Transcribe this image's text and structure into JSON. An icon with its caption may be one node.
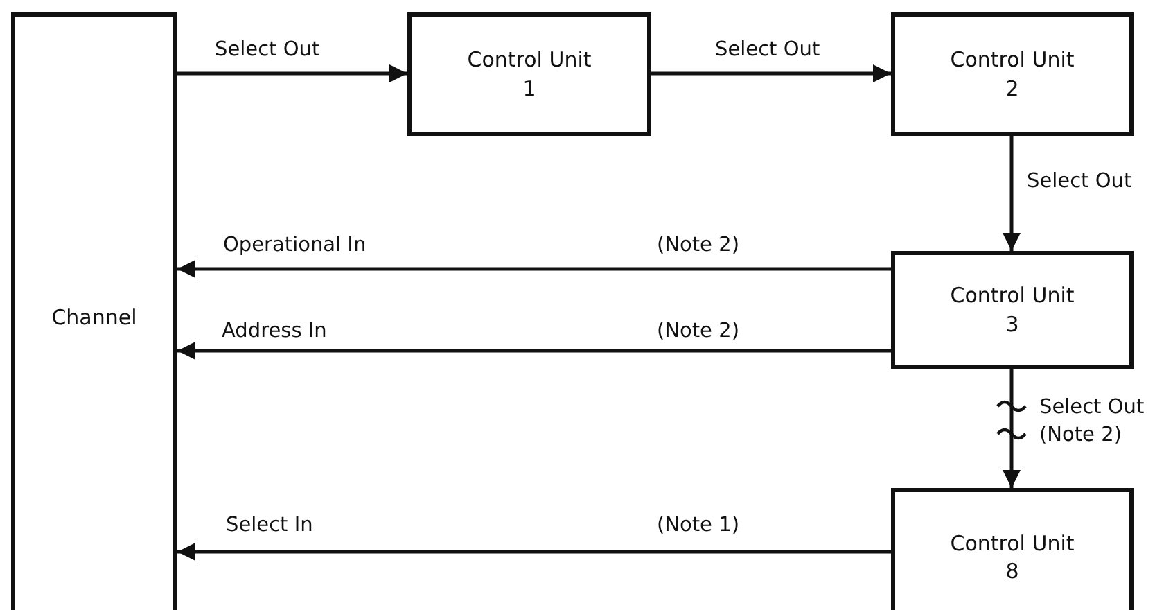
{
  "diagram": {
    "nodes": [
      {
        "text": [
          "Channel"
        ]
      },
      {
        "text": [
          "Control Unit 1"
        ]
      },
      {
        "text": [
          "Control Unit 2"
        ]
      },
      {
        "text": [
          "Control Unit 3"
        ]
      },
      {
        "text": [
          "Control Unit 8"
        ]
      }
    ],
    "edges": [
      {
        "from": 0,
        "to": 1,
        "arrow": "to",
        "label": "Select Out"
      },
      {
        "from": 1,
        "to": 2,
        "arrow": "to",
        "label": "Select Out"
      },
      {
        "from": 2,
        "to": 3,
        "arrow": "to",
        "label": "Select Out"
      },
      {
        "from": 3,
        "to": 0,
        "arrow": "to",
        "label": "Operational In"
      },
      {
        "from": 3,
        "to": 0,
        "arrow": "to",
        "label": "Address In"
      },
      {
        "from": 3,
        "to": 4,
        "arrow": "to",
        "label": "Select Out"
      },
      {
        "from": 4,
        "to": 0,
        "arrow": "to",
        "label": "Select In"
      }
    ],
    "labels": [
      "(Note 2)",
      "(Note 2)",
      "(Note 2)",
      "(Note 1)"
    ]
  }
}
